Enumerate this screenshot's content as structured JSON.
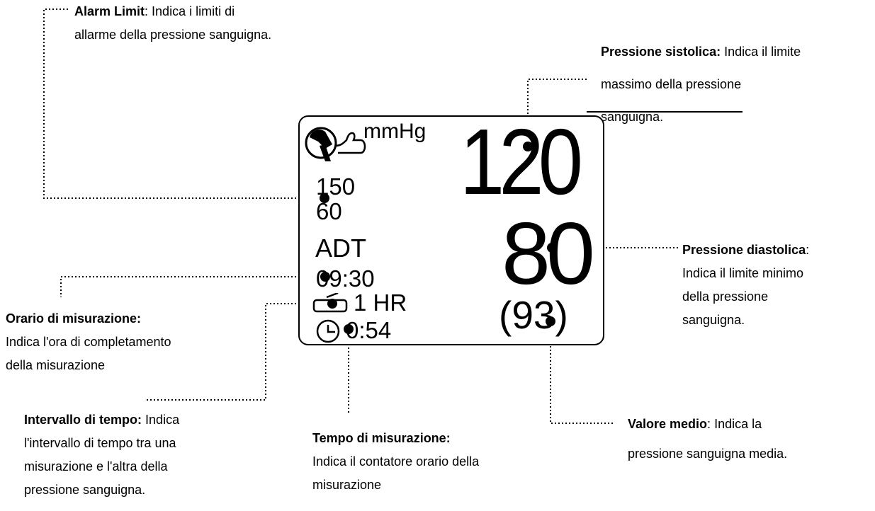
{
  "monitor": {
    "unit": "mmHg",
    "alarm_limit_high": "150",
    "alarm_limit_low": "60",
    "mode": "ADT",
    "measure_time": "09:30",
    "interval": "1 HR",
    "timer": "0:54",
    "systolic": "120",
    "diastolic": "80",
    "mean": "(93)"
  },
  "annotations": {
    "alarm_limit": {
      "title": "Alarm Limit",
      "sep": ": ",
      "lines": [
        "Indica i limiti di",
        "allarme della pressione sanguigna."
      ]
    },
    "systolic": {
      "title": "Pressione sistolica:",
      "sep": " ",
      "lines": [
        "Indica il limite",
        "massimo della pressione",
        "sanguigna."
      ]
    },
    "diastolic": {
      "title": "Pressione diastolica",
      "sep": ":",
      "lines": [
        "Indica il limite minimo",
        "della pressione",
        "sanguigna."
      ]
    },
    "measure_time": {
      "title": "Orario di misurazione:",
      "sep": "",
      "lines": [
        "Indica l'ora di completamento",
        "della misurazione"
      ]
    },
    "interval": {
      "title": "Intervallo di tempo:",
      "sep": " ",
      "lines": [
        "Indica",
        "l'intervallo di tempo tra una",
        "misurazione e l'altra della",
        "pressione sanguigna."
      ]
    },
    "timer": {
      "title": "Tempo di misurazione:",
      "sep": "",
      "lines": [
        "Indica il contatore orario della",
        "misurazione"
      ]
    },
    "mean": {
      "title": "Valore medio",
      "sep": ": ",
      "lines": [
        "Indica la",
        "pressione sanguigna media."
      ]
    }
  },
  "icons": [
    "cuff-icon",
    "interval-icon",
    "clock-icon"
  ]
}
